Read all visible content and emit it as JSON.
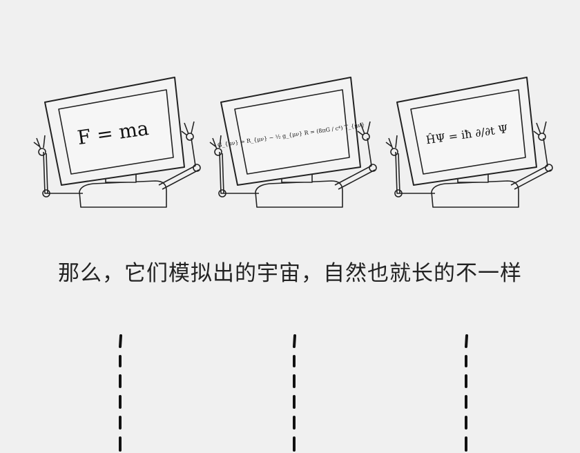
{
  "caption": "那么，它们模拟出的宇宙，自然也就长的不一样",
  "robots": [
    {
      "name": "robot-newton",
      "formula": "F = ma"
    },
    {
      "name": "robot-einstein",
      "formula": "G_{μν} = R_{μν} − ½ g_{μν} R = (8πG / c⁴) T_{μν}"
    },
    {
      "name": "robot-schrodinger",
      "formula": "ĤΨ = iħ ∂/∂t Ψ"
    }
  ],
  "colors": {
    "background": "#f0f0f0",
    "ink": "#222222"
  }
}
